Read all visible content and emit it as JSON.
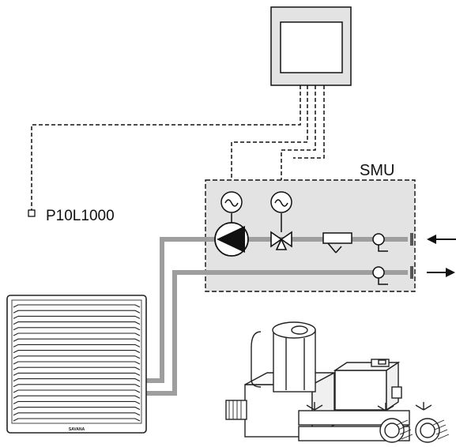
{
  "labels": {
    "smu": "SMU",
    "sensor": "P10L1000",
    "brand": "SAVANA"
  },
  "icons": {
    "controller": "controller-panel-icon",
    "pump": "circulation-pump-icon",
    "valve": "three-way-valve-icon",
    "filter": "strainer-filter-icon",
    "thermometer": "thermometer-icon",
    "flow_in": "arrow-left-icon",
    "flow_out": "arrow-right-icon",
    "heater": "air-heater-unit-icon",
    "valve_assembly": "valve-assembly-photo-icon"
  },
  "colors": {
    "pipe": "#9e9e9e",
    "smu_box": "#e3e3e3",
    "controller_body": "#e3e3e3",
    "line": "#111111"
  }
}
